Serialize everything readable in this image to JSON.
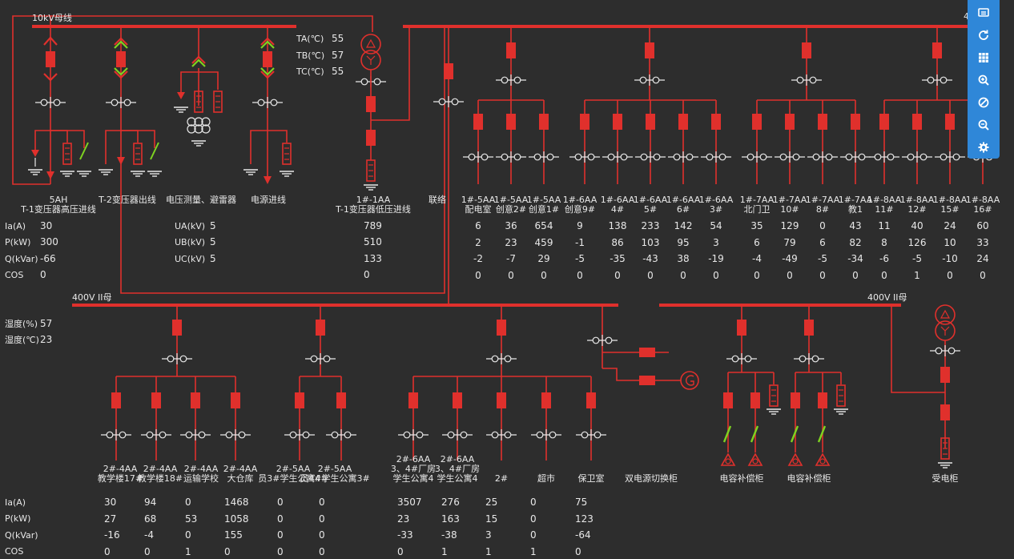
{
  "buses": {
    "hv_label": "10kV母线",
    "lv2_left_label": "400V II母",
    "lv2_right_label": "400V II母",
    "top_right_partial": "4"
  },
  "temps": {
    "ta_label": "TA(℃)",
    "ta_value": "55",
    "tb_label": "TB(℃)",
    "tb_value": "57",
    "tc_label": "TC(℃)",
    "tc_value": "55"
  },
  "hv_feeders": [
    {
      "name": "5AH\nT-1变压器高压进线"
    },
    {
      "name": "T-2变压器出线"
    },
    {
      "name": "电压测量、避雷器"
    },
    {
      "name": "电源进线"
    }
  ],
  "hv_meas": {
    "labels": [
      "Ia(A)",
      "P(kW)",
      "Q(kVar)",
      "COS"
    ],
    "values": [
      "30",
      "300",
      "-66",
      "0"
    ],
    "voltage_labels": [
      "UA(kV)",
      "UB(kV)",
      "UC(kV)"
    ],
    "voltage_values": [
      "5",
      "5",
      "5"
    ]
  },
  "transformer1": {
    "name": "1#-1AA\nT-1变压器低压进线",
    "values": [
      "789",
      "510",
      "133",
      "0"
    ]
  },
  "tie": {
    "name": "联络"
  },
  "top_feeders": [
    {
      "name": "1#-5AA\n配电室",
      "values": [
        "6",
        "2",
        "-2",
        "0"
      ]
    },
    {
      "name": "1#-5AA\n创意2#",
      "values": [
        "36",
        "23",
        "-7",
        "0"
      ]
    },
    {
      "name": "1#-5AA\n创意1#",
      "values": [
        "654",
        "459",
        "29",
        "0"
      ]
    },
    {
      "name": "1#-6AA\n创意9#",
      "values": [
        "9",
        "-1",
        "-5",
        "0"
      ]
    },
    {
      "name": "1#-6AA\n4#",
      "values": [
        "138",
        "86",
        "-35",
        "0"
      ]
    },
    {
      "name": "1#-6AA\n5#",
      "values": [
        "233",
        "103",
        "-43",
        "0"
      ]
    },
    {
      "name": "1#-6AA\n6#",
      "values": [
        "142",
        "95",
        "38",
        "0"
      ]
    },
    {
      "name": "1#-6AA\n3#",
      "values": [
        "54",
        "3",
        "-19",
        "0"
      ]
    },
    {
      "name": "1#-7AA\n北门卫",
      "values": [
        "35",
        "6",
        "-4",
        "0"
      ]
    },
    {
      "name": "1#-7AA\n10#",
      "values": [
        "129",
        "79",
        "-49",
        "0"
      ]
    },
    {
      "name": "1#-7AA\n8#",
      "values": [
        "0",
        "6",
        "-5",
        "0"
      ]
    },
    {
      "name": "1#-7AA\n教1",
      "values": [
        "43",
        "82",
        "-34",
        "0"
      ]
    },
    {
      "name": "1#-8AA\n11#",
      "values": [
        "11",
        "8",
        "-6",
        "0"
      ]
    },
    {
      "name": "1#-8AA\n12#",
      "values": [
        "40",
        "126",
        "-5",
        "1"
      ]
    },
    {
      "name": "1#-8AA\n15#",
      "values": [
        "24",
        "10",
        "-10",
        "0"
      ]
    },
    {
      "name": "1#-8AA\n16#",
      "values": [
        "60",
        "33",
        "24",
        "0"
      ]
    }
  ],
  "env": {
    "humidity_label": "湿度(%)",
    "humidity_value": "57",
    "temp_label": "湿度(℃)",
    "temp_value": "23"
  },
  "bottom_meas_labels": [
    "Ia(A)",
    "P(kW)",
    "Q(kVar)",
    "COS"
  ],
  "bottom_feeders": [
    {
      "name": "2#-4AA\n教学楼17#",
      "values": [
        "30",
        "27",
        "-16",
        "0"
      ]
    },
    {
      "name": "2#-4AA\n教学楼18#",
      "values": [
        "94",
        "68",
        "-4",
        "0"
      ]
    },
    {
      "name": "2#-4AA\n运输学校",
      "values": [
        "0",
        "53",
        "0",
        "1"
      ]
    },
    {
      "name": "2#-4AA\n大仓库",
      "values": [
        "1468",
        "1058",
        "155",
        "0"
      ]
    },
    {
      "name": "2#-5AA\n员3#学生公寓4#",
      "values": [
        "0",
        "0",
        "0",
        "0"
      ]
    },
    {
      "name": "2#-5AA\n员4#学生公寓3#",
      "values": [
        "0",
        "0",
        "0",
        "0"
      ]
    },
    {
      "name": "2#-6AA\n3、4#厂房\n学生公寓4",
      "values": [
        "3507",
        "23",
        "-33",
        "0"
      ]
    },
    {
      "name": "2#-6AA\n3、4#厂房\n学生公寓4",
      "values": [
        "276",
        "163",
        "-38",
        "1"
      ]
    },
    {
      "name": "2#",
      "values": [
        "25",
        "15",
        "3",
        "1"
      ]
    },
    {
      "name": "超市",
      "values": [
        "0",
        "0",
        "0",
        "1"
      ]
    },
    {
      "name": "保卫室",
      "values": [
        "75",
        "123",
        "-64",
        "0"
      ]
    }
  ],
  "special": {
    "dual_switch": "双电源切换柜",
    "cap1": "电容补偿柜",
    "cap2": "电容补偿柜",
    "receive": "受电柜"
  },
  "toolbar": [
    "monitor-icon",
    "refresh-icon",
    "grid-icon",
    "zoom-in-icon",
    "ban-icon",
    "zoom-out-icon",
    "settings-icon"
  ],
  "colors": {
    "background": "#2d2d2d",
    "line": "#e0302c",
    "text": "#e8e8e8",
    "accent": "#2f87d8",
    "green": "#7ed321"
  }
}
